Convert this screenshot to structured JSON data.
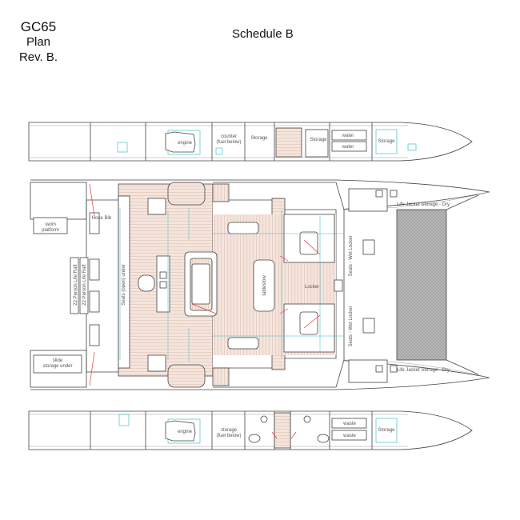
{
  "header": {
    "model": "GC65",
    "subtitle": "Plan",
    "revision": "Rev. B.",
    "schedule": "Schedule B"
  },
  "upper_hull": {
    "engine": "engine",
    "counter_line1": "counter",
    "counter_line2": "(fuel below)",
    "storage_left": "Storage",
    "storage_mid": "Storage",
    "water_top": "water",
    "water_bottom": "water",
    "storage_right": "Storage"
  },
  "lower_hull": {
    "engine": "engine",
    "storage_line1": "storage",
    "storage_line2": "(fuel below)",
    "waste_top": "waste",
    "waste_bottom": "waste",
    "storage_right": "Storage"
  },
  "deck": {
    "swim_platform_line1": "swim",
    "swim_platform_line2": "platform",
    "slide_line1": "slide",
    "slide_line2": "storage under",
    "hose_bib": "Hose Bib",
    "life_raft_1": "22 Person Life Raft",
    "life_raft_2": "22 Person Life Raft",
    "seats_under": "Seats (open) under",
    "tablestow": "tablestow",
    "locker": "Locker",
    "seats_wet_locker_top": "Seats - Wet Locker",
    "seats_wet_locker_bottom": "Seats - Wet Locker",
    "life_jacket_top": "Life Jacket Storage - Dry",
    "life_jacket_bottom": "Life Jacket Storage - Dry"
  }
}
